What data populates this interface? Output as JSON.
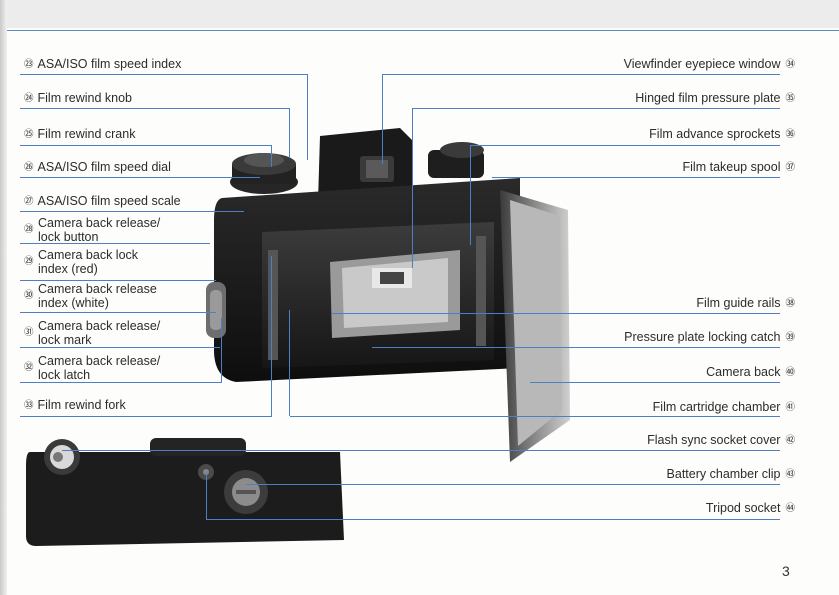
{
  "page_number": "3",
  "left_labels": [
    {
      "num": "㉓",
      "text": "ASA/ISO film speed index"
    },
    {
      "num": "㉔",
      "text": "Film rewind knob"
    },
    {
      "num": "㉕",
      "text": "Film rewind crank"
    },
    {
      "num": "㉖",
      "text": "ASA/ISO film speed dial"
    },
    {
      "num": "㉗",
      "text": "ASA/ISO film speed scale"
    }
  ],
  "left_multiline_labels": [
    {
      "num": "㉘",
      "line1": "Camera back release/",
      "line2": "lock button"
    },
    {
      "num": "㉙",
      "line1": "Camera back lock",
      "line2": "index (red)"
    },
    {
      "num": "㉚",
      "line1": "Camera back release",
      "line2": "index (white)"
    },
    {
      "num": "㉛",
      "line1": "Camera back release/",
      "line2": "lock mark"
    },
    {
      "num": "㉜",
      "line1": "Camera back release/",
      "line2": "lock latch"
    }
  ],
  "left_bottom_label": {
    "num": "㉝",
    "text": "Film rewind fork"
  },
  "right_labels": [
    {
      "num": "㉞",
      "text": "Viewfinder eyepiece window"
    },
    {
      "num": "㉟",
      "text": "Hinged film pressure plate"
    },
    {
      "num": "㊱",
      "text": "Film advance sprockets"
    },
    {
      "num": "㊲",
      "text": "Film takeup spool"
    },
    {
      "num": "㊳",
      "text": "Film guide rails"
    },
    {
      "num": "㊴",
      "text": "Pressure plate locking catch"
    },
    {
      "num": "㊵",
      "text": "Camera back"
    },
    {
      "num": "㊶",
      "text": "Film cartridge chamber"
    },
    {
      "num": "㊷",
      "text": "Flash sync socket cover"
    },
    {
      "num": "㊸",
      "text": "Battery chamber clip"
    },
    {
      "num": "㊹",
      "text": "Tripod socket"
    }
  ],
  "colors": {
    "leader": "#4d7fc4",
    "text": "#2c2c2c",
    "camera_body": "#1c1c1c"
  },
  "icons": [
    "camera-back-illustration",
    "camera-bottom-illustration"
  ]
}
